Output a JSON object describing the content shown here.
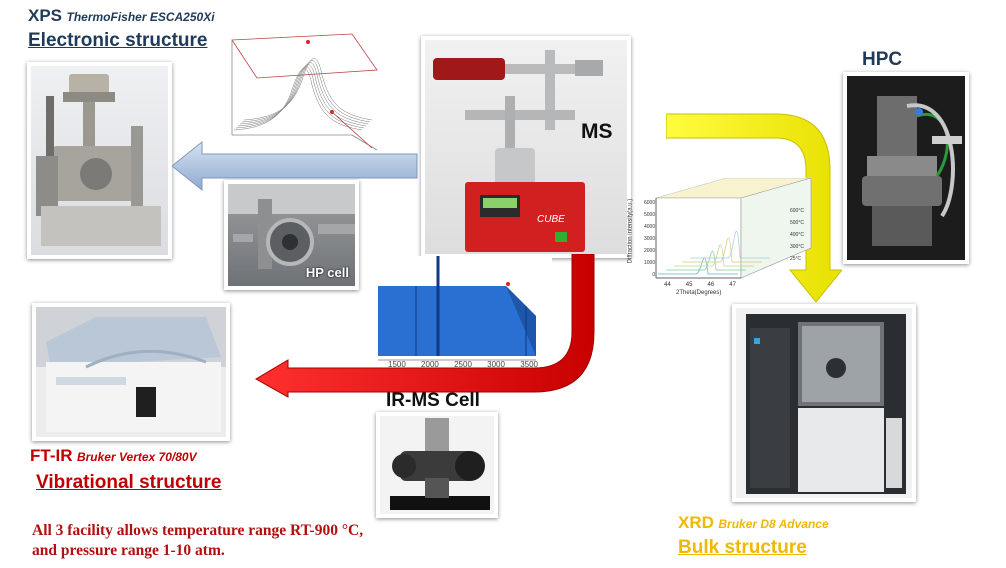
{
  "xps": {
    "title": "XPS",
    "instrument": "ThermoFisher ESCA250Xi",
    "subtitle": "Electronic structure",
    "cell_label": "HP cell",
    "color": "#1f3a5a"
  },
  "ms": {
    "label": "MS",
    "device_text": "CUBE"
  },
  "hpc": {
    "label": "HPC"
  },
  "irms": {
    "label": "IR-MS Cell"
  },
  "ftir": {
    "title": "FT-IR",
    "instrument": "Bruker Vertex 70/80V",
    "subtitle": "Vibrational structure",
    "color": "#c00000"
  },
  "xrd": {
    "title": "XRD",
    "instrument": "Bruker D8 Advance",
    "subtitle": "Bulk structure",
    "color": "#f0b800"
  },
  "note": {
    "line1": "All 3 facility allows temperature range RT-900 °C,",
    "line2": "and pressure range 1-10 atm.",
    "color": "#b01010"
  },
  "ir_spectrum_ticks": [
    "1500",
    "2000",
    "2500",
    "3000",
    "3500"
  ],
  "xrd_plot": {
    "x_ticks": [
      "44",
      "45",
      "46",
      "47"
    ],
    "xlabel": "2Theta(Degrees)",
    "ylabel": "Diffraction intensity(a.u.)",
    "y_ticks": [
      "0",
      "1000",
      "2000",
      "3000",
      "4000",
      "5000",
      "6000"
    ],
    "z_ticks": [
      "25°C",
      "300°C",
      "400°C",
      "500°C",
      "600°C"
    ]
  },
  "arrows": {
    "blue": "#9fb8d8",
    "red": "#e01010",
    "yellow": "#f5f000"
  }
}
